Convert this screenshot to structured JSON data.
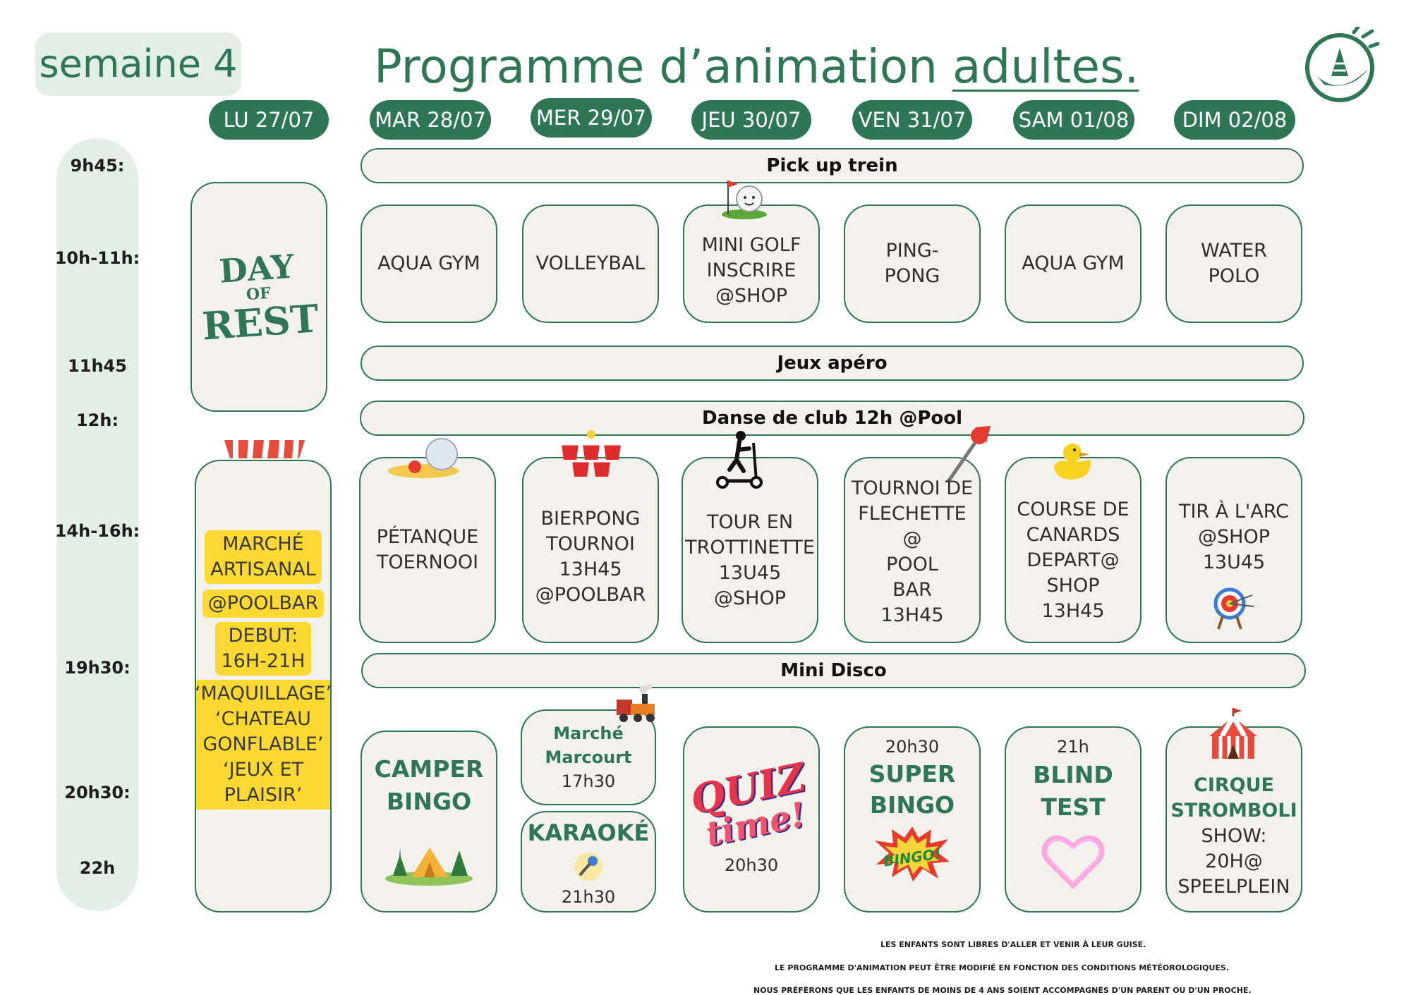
{
  "header": {
    "week": "semaine 4",
    "title_main": "Programme d’animation ",
    "title_underlined": "adultes."
  },
  "days": [
    "LU 27/07",
    "MAR 28/07",
    "MER 29/07",
    "JEU 30/07",
    "VEN 31/07",
    "SAM 01/08",
    "DIM 02/08"
  ],
  "times": [
    "9h45:",
    "10h-11h:",
    "11h45",
    "12h:",
    "14h-16h:",
    "19h30:",
    "20h30:",
    "22h"
  ],
  "bars": {
    "pickup": "Pick up trein",
    "apero": "Jeux apéro",
    "danse": "Danse de club 12h @Pool",
    "disco": "Mini Disco"
  },
  "monday": {
    "rest_line1": "DAY",
    "rest_line2": "OF",
    "rest_line3": "REST",
    "market_lines": [
      "MARCHÉ",
      "ARTISANAL",
      "@POOLBAR",
      "DEBUT:",
      "16H-21H",
      "‘MAQUILLAGE’",
      "‘CHATEAU",
      "GONFLABLE’",
      "‘JEUX ET",
      "PLAISIR’"
    ]
  },
  "morning": [
    [
      "AQUA GYM"
    ],
    [
      "VOLLEYBAL"
    ],
    [
      "MINI GOLF",
      "INSCRIRE",
      "@SHOP"
    ],
    [
      "PING-",
      "PONG"
    ],
    [
      "AQUA GYM"
    ],
    [
      "WATER",
      "POLO"
    ]
  ],
  "afternoon": [
    [
      "PÉTANQUE",
      "TOERNOOI"
    ],
    [
      "BIERPONG",
      "TOURNOI",
      "13H45",
      "@POOLBAR"
    ],
    [
      "TOUR EN",
      "TROTTINETTE",
      "13U45",
      "@SHOP"
    ],
    [
      "TOURNOI DE",
      "FLECHETTE",
      "@",
      "POOL",
      "BAR",
      "13H45"
    ],
    [
      "COURSE DE",
      "CANARDS",
      "DEPART@",
      "SHOP",
      "13H45"
    ],
    [
      "TIR À L'ARC",
      "@SHOP",
      "13U45"
    ]
  ],
  "evening": {
    "tue": {
      "line1": "CAMPER",
      "line2": "BINGO"
    },
    "wed_top": {
      "line1": "Marché",
      "line2": "Marcourt",
      "time": "17h30"
    },
    "wed_bottom": {
      "title": "KARAOKÉ",
      "time": "21h30"
    },
    "thu": {
      "badge_line1": "QUIZ",
      "badge_line2": "time!",
      "time": "20h30"
    },
    "fri": {
      "time": "20h30",
      "line1": "SUPER",
      "line2": "BINGO",
      "badge": "BINGO!"
    },
    "sat": {
      "time": "21h",
      "line1": "BLIND",
      "line2": "TEST"
    },
    "sun": {
      "line1": "CIRQUE",
      "line2": "STROMBOLI",
      "line3": "SHOW:",
      "line4": "20H@",
      "line5": "SPEELPLEIN"
    }
  },
  "footer": [
    "LES ENFANTS SONT LIBRES D'ALLER ET VENIR À LEUR GUISE.",
    "LE PROGRAMME D'ANIMATION PEUT ÊTRE MODIFIÉ EN FONCTION DES CONDITIONS MÉTÉOROLOGIQUES.",
    "NOUS PRÉFÉRONS QUE LES ENFANTS DE MOINS DE 4 ANS SOIENT ACCOMPAGNÉS D'UN PARENT OU D'UN PROCHE."
  ],
  "colors": {
    "accent": "#2e7654",
    "card_bg": "#f3f1ec",
    "time_bg": "#e2efe7",
    "highlight": "#fcd833"
  }
}
